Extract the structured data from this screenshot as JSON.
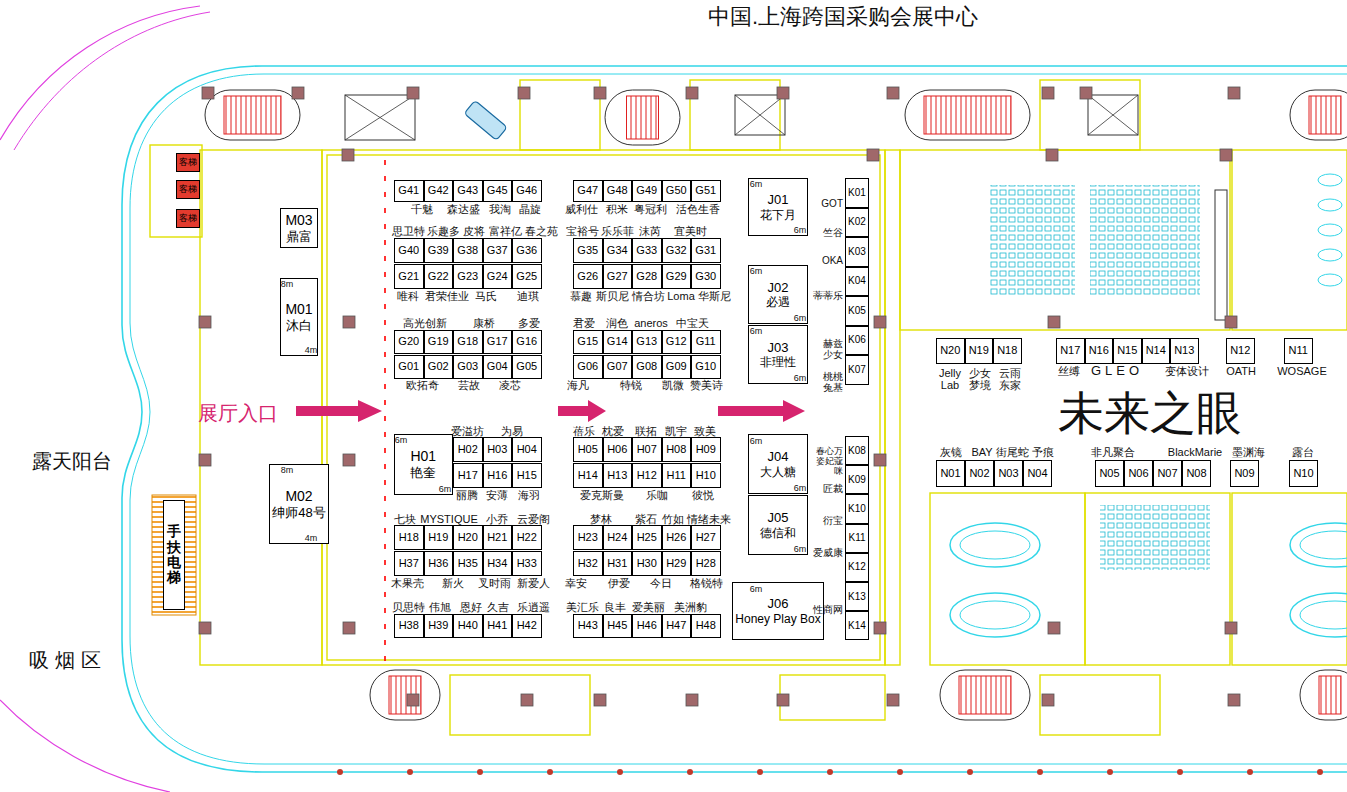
{
  "diagram": {
    "title": "中国.上海跨国采购会展中心",
    "nodes": [
      {
        "text": [
          "客梯"
        ]
      },
      {
        "text": [
          "客梯"
        ]
      },
      {
        "text": [
          "客梯"
        ]
      },
      {
        "text": [
          "M03",
          "鼎富"
        ]
      },
      {
        "text": [
          "M01",
          "沐白"
        ]
      },
      {
        "text": [
          "M02",
          "绅师48号"
        ]
      },
      {
        "text": [
          "手扶电梯"
        ]
      },
      {
        "text": [
          "G41"
        ]
      },
      {
        "text": [
          "G42"
        ]
      },
      {
        "text": [
          "G43"
        ]
      },
      {
        "text": [
          "G45"
        ]
      },
      {
        "text": [
          "G46"
        ]
      },
      {
        "text": [
          "G47"
        ]
      },
      {
        "text": [
          "G48"
        ]
      },
      {
        "text": [
          "G49"
        ]
      },
      {
        "text": [
          "G50"
        ]
      },
      {
        "text": [
          "G51"
        ]
      },
      {
        "text": [
          "G40"
        ]
      },
      {
        "text": [
          "G39"
        ]
      },
      {
        "text": [
          "G38"
        ]
      },
      {
        "text": [
          "G37"
        ]
      },
      {
        "text": [
          "G36"
        ]
      },
      {
        "text": [
          "G35"
        ]
      },
      {
        "text": [
          "G34"
        ]
      },
      {
        "text": [
          "G33"
        ]
      },
      {
        "text": [
          "G32"
        ]
      },
      {
        "text": [
          "G31"
        ]
      },
      {
        "text": [
          "G21"
        ]
      },
      {
        "text": [
          "G22"
        ]
      },
      {
        "text": [
          "G23"
        ]
      },
      {
        "text": [
          "G24"
        ]
      },
      {
        "text": [
          "G25"
        ]
      },
      {
        "text": [
          "G26"
        ]
      },
      {
        "text": [
          "G27"
        ]
      },
      {
        "text": [
          "G28"
        ]
      },
      {
        "text": [
          "G29"
        ]
      },
      {
        "text": [
          "G30"
        ]
      },
      {
        "text": [
          "G20"
        ]
      },
      {
        "text": [
          "G19"
        ]
      },
      {
        "text": [
          "G18"
        ]
      },
      {
        "text": [
          "G17"
        ]
      },
      {
        "text": [
          "G16"
        ]
      },
      {
        "text": [
          "G15"
        ]
      },
      {
        "text": [
          "G14"
        ]
      },
      {
        "text": [
          "G13"
        ]
      },
      {
        "text": [
          "G12"
        ]
      },
      {
        "text": [
          "G11"
        ]
      },
      {
        "text": [
          "G01"
        ]
      },
      {
        "text": [
          "G02"
        ]
      },
      {
        "text": [
          "G03"
        ]
      },
      {
        "text": [
          "G04"
        ]
      },
      {
        "text": [
          "G05"
        ]
      },
      {
        "text": [
          "G06"
        ]
      },
      {
        "text": [
          "G07"
        ]
      },
      {
        "text": [
          "G08"
        ]
      },
      {
        "text": [
          "G09"
        ]
      },
      {
        "text": [
          "G10"
        ]
      },
      {
        "text": [
          "H01",
          "艳奎"
        ]
      },
      {
        "text": [
          "H02"
        ]
      },
      {
        "text": [
          "H03"
        ]
      },
      {
        "text": [
          "H04"
        ]
      },
      {
        "text": [
          "H05"
        ]
      },
      {
        "text": [
          "H06"
        ]
      },
      {
        "text": [
          "H07"
        ]
      },
      {
        "text": [
          "H08"
        ]
      },
      {
        "text": [
          "H09"
        ]
      },
      {
        "text": [
          "H17"
        ]
      },
      {
        "text": [
          "H16"
        ]
      },
      {
        "text": [
          "H15"
        ]
      },
      {
        "text": [
          "H14"
        ]
      },
      {
        "text": [
          "H13"
        ]
      },
      {
        "text": [
          "H12"
        ]
      },
      {
        "text": [
          "H11"
        ]
      },
      {
        "text": [
          "H10"
        ]
      },
      {
        "text": [
          "H18"
        ]
      },
      {
        "text": [
          "H19"
        ]
      },
      {
        "text": [
          "H20"
        ]
      },
      {
        "text": [
          "H21"
        ]
      },
      {
        "text": [
          "H22"
        ]
      },
      {
        "text": [
          "H23"
        ]
      },
      {
        "text": [
          "H24"
        ]
      },
      {
        "text": [
          "H25"
        ]
      },
      {
        "text": [
          "H26"
        ]
      },
      {
        "text": [
          "H27"
        ]
      },
      {
        "text": [
          "H37"
        ]
      },
      {
        "text": [
          "H36"
        ]
      },
      {
        "text": [
          "H35"
        ]
      },
      {
        "text": [
          "H34"
        ]
      },
      {
        "text": [
          "H33"
        ]
      },
      {
        "text": [
          "H32"
        ]
      },
      {
        "text": [
          "H31"
        ]
      },
      {
        "text": [
          "H30"
        ]
      },
      {
        "text": [
          "H29"
        ]
      },
      {
        "text": [
          "H28"
        ]
      },
      {
        "text": [
          "H38"
        ]
      },
      {
        "text": [
          "H39"
        ]
      },
      {
        "text": [
          "H40"
        ]
      },
      {
        "text": [
          "H41"
        ]
      },
      {
        "text": [
          "H42"
        ]
      },
      {
        "text": [
          "H43"
        ]
      },
      {
        "text": [
          "H45"
        ]
      },
      {
        "text": [
          "H46"
        ]
      },
      {
        "text": [
          "H47"
        ]
      },
      {
        "text": [
          "H48"
        ]
      },
      {
        "text": [
          "J01",
          "花下月"
        ]
      },
      {
        "text": [
          "J02",
          "必遇"
        ]
      },
      {
        "text": [
          "J03",
          "非理性"
        ]
      },
      {
        "text": [
          "J04",
          "大人糖"
        ]
      },
      {
        "text": [
          "J05",
          "德信和"
        ]
      },
      {
        "text": [
          "J06",
          "Honey Play Box"
        ]
      },
      {
        "text": [
          "K01"
        ]
      },
      {
        "text": [
          "K02"
        ]
      },
      {
        "text": [
          "K03"
        ]
      },
      {
        "text": [
          "K04"
        ]
      },
      {
        "text": [
          "K05"
        ]
      },
      {
        "text": [
          "K06"
        ]
      },
      {
        "text": [
          "K07"
        ]
      },
      {
        "text": [
          "K08"
        ]
      },
      {
        "text": [
          "K09"
        ]
      },
      {
        "text": [
          "K10"
        ]
      },
      {
        "text": [
          "K11"
        ]
      },
      {
        "text": [
          "K12"
        ]
      },
      {
        "text": [
          "K13"
        ]
      },
      {
        "text": [
          "K14"
        ]
      },
      {
        "text": [
          "N20"
        ]
      },
      {
        "text": [
          "N19"
        ]
      },
      {
        "text": [
          "N18"
        ]
      },
      {
        "text": [
          "N17"
        ]
      },
      {
        "text": [
          "N16"
        ]
      },
      {
        "text": [
          "N15"
        ]
      },
      {
        "text": [
          "N14"
        ]
      },
      {
        "text": [
          "N13"
        ]
      },
      {
        "text": [
          "N12"
        ]
      },
      {
        "text": [
          "N11"
        ]
      },
      {
        "text": [
          "N01"
        ]
      },
      {
        "text": [
          "N02"
        ]
      },
      {
        "text": [
          "N03"
        ]
      },
      {
        "text": [
          "N04"
        ]
      },
      {
        "text": [
          "N05"
        ]
      },
      {
        "text": [
          "N06"
        ]
      },
      {
        "text": [
          "N07"
        ]
      },
      {
        "text": [
          "N08"
        ]
      },
      {
        "text": [
          "N09"
        ]
      },
      {
        "text": [
          "N10"
        ]
      }
    ],
    "labels": [
      "露天阳台",
      "吸烟区",
      "展厅入口",
      "未来之眼",
      "8m",
      "4m",
      "8m",
      "4m",
      "6m",
      "6m",
      "6m",
      "6m",
      "6m",
      "6m",
      "6m",
      "6m",
      "6m",
      "6m",
      "6m",
      "6m",
      "千魅",
      "森达盛",
      "我淘",
      "晶旋",
      "威利仕",
      "积米",
      "粤冠利",
      "活色生香",
      "思卫特",
      "乐趣多",
      "皮将",
      "富祥亿",
      "春之苑",
      "宝裕号",
      "乐乐菲",
      "沫芮",
      "宜美时",
      "唯科",
      "君荣佳业",
      "马氏",
      "迪琪",
      "慕趣",
      "斯贝尼",
      "情合坊",
      "Loma",
      "华斯尼",
      "高光创新",
      "康桥",
      "多爱",
      "君爱",
      "润色",
      "aneros",
      "中宝天",
      "欧拓奇",
      "芸故",
      "凌芯",
      "海凡",
      "特锐",
      "凯微",
      "赞美诗",
      "爱溢坊",
      "为易",
      "蓓乐",
      "枕爱",
      "联拓",
      "凯宇",
      "致美",
      "丽腾",
      "安薄",
      "海羽",
      "爱克斯曼",
      "乐咖",
      "彼悦",
      "七块",
      "MYSTIQUE",
      "小乔",
      "云爱阁",
      "梦林",
      "紫石",
      "竹如",
      "情绪未来",
      "木果壳",
      "新火",
      "叉时雨",
      "新爱人",
      "幸安",
      "伊爱",
      "今日",
      "格锐特",
      "贝思特",
      "伟旭",
      "恩好",
      "久吉",
      "乐逍遥",
      "美汇乐",
      "良丰",
      "爱美丽",
      "美洲豹",
      "GOT",
      "竺谷",
      "OKA",
      "蒂蒂乐",
      "赫兹少女",
      "桃桃兔基",
      "春心万姿妃蔻咪",
      "匠裁",
      "衍宝",
      "爱威康",
      "性商网",
      "Jelly Lab",
      "少女 梦境",
      "云雨 东家",
      "丝缚",
      "GLEO",
      "变体设计",
      "OATH",
      "WOSAGE",
      "灰镜",
      "BAY",
      "街尾蛇",
      "予痕",
      "非凡聚合",
      "BlackMarie",
      "墨渊海",
      "露台"
    ]
  }
}
